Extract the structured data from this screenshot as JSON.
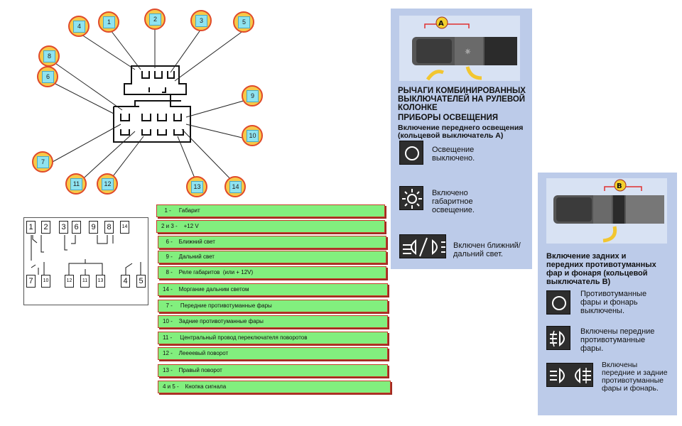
{
  "pins": {
    "p1": "1",
    "p2": "2",
    "p3": "3",
    "p4": "4",
    "p5": "5",
    "p6": "6",
    "p7": "7",
    "p8": "8",
    "p9": "9",
    "p10": "10",
    "p11": "11",
    "p12": "12",
    "p13": "13",
    "p14": "14"
  },
  "schematic": {
    "top": [
      "1",
      "2",
      "3",
      "6",
      "9",
      "8",
      "14"
    ],
    "bottom": [
      "7",
      "10",
      "12",
      "11",
      "13",
      "4",
      "5"
    ]
  },
  "legend": [
    "  1 -     Габарит",
    "2 и 3 -    +12 V",
    "  6 -    Ближний свет",
    "  9 -    Дальний свет",
    "  8 -    Реле габаритов  (или + 12V)",
    "14 -    Моргание дальним светом",
    "  7 -     Передние противотуманные фары",
    "10 -    Задние противотуманные фары",
    "11 -     Центральный провод переключателя поворотов",
    "12 -    Леееевый поворот",
    "13 -    Правый поворот",
    "4 и 5 -    Кнопка сигнала"
  ],
  "panel_a": {
    "marker": "A",
    "heading": [
      "РЫЧАГИ КОМБИНИРОВАННЫХ",
      "ВЫКЛЮЧАТЕЛЕЙ НА РУЛЕВОЙ",
      "КОЛОНКЕ"
    ],
    "subheading": "ПРИБОРЫ ОСВЕЩЕНИЯ",
    "mode": [
      "Включение переднего освещения",
      "(кольцевой выключатель А)"
    ],
    "items": [
      {
        "icon": "circle-off-icon",
        "text": [
          "Освещение",
          "выключено."
        ]
      },
      {
        "icon": "parking-light-icon",
        "text": [
          "Включено",
          "габаритное",
          "освещение."
        ]
      },
      {
        "icon": "headlight-low-high-icon",
        "text": [
          "Включен ближний/",
          "дальний свет."
        ]
      }
    ]
  },
  "panel_b": {
    "marker": "B",
    "heading": [
      "Включение задних и",
      "передних противотуманных",
      "фар и фонаря (кольцевой",
      "выключатель В)"
    ],
    "items": [
      {
        "icon": "circle-off-icon",
        "text": [
          "Противотуманные",
          "фары и фонарь",
          "выключены."
        ]
      },
      {
        "icon": "front-fog-icon",
        "text": [
          "Включены передние",
          "противотуманные",
          "фары."
        ]
      },
      {
        "icon": "front-rear-fog-icon",
        "text": [
          "Включены",
          "передние и задние",
          "противотуманные",
          "фары и фонарь."
        ]
      }
    ]
  },
  "colors": {
    "legend_fill": "#82ef7e",
    "legend_border": "#c83a2a",
    "badge_ring": "#e04a2a",
    "badge_fill": "#f7c948",
    "badge_label": "#8fe3f0",
    "panel_bg": "#bccbe9"
  }
}
